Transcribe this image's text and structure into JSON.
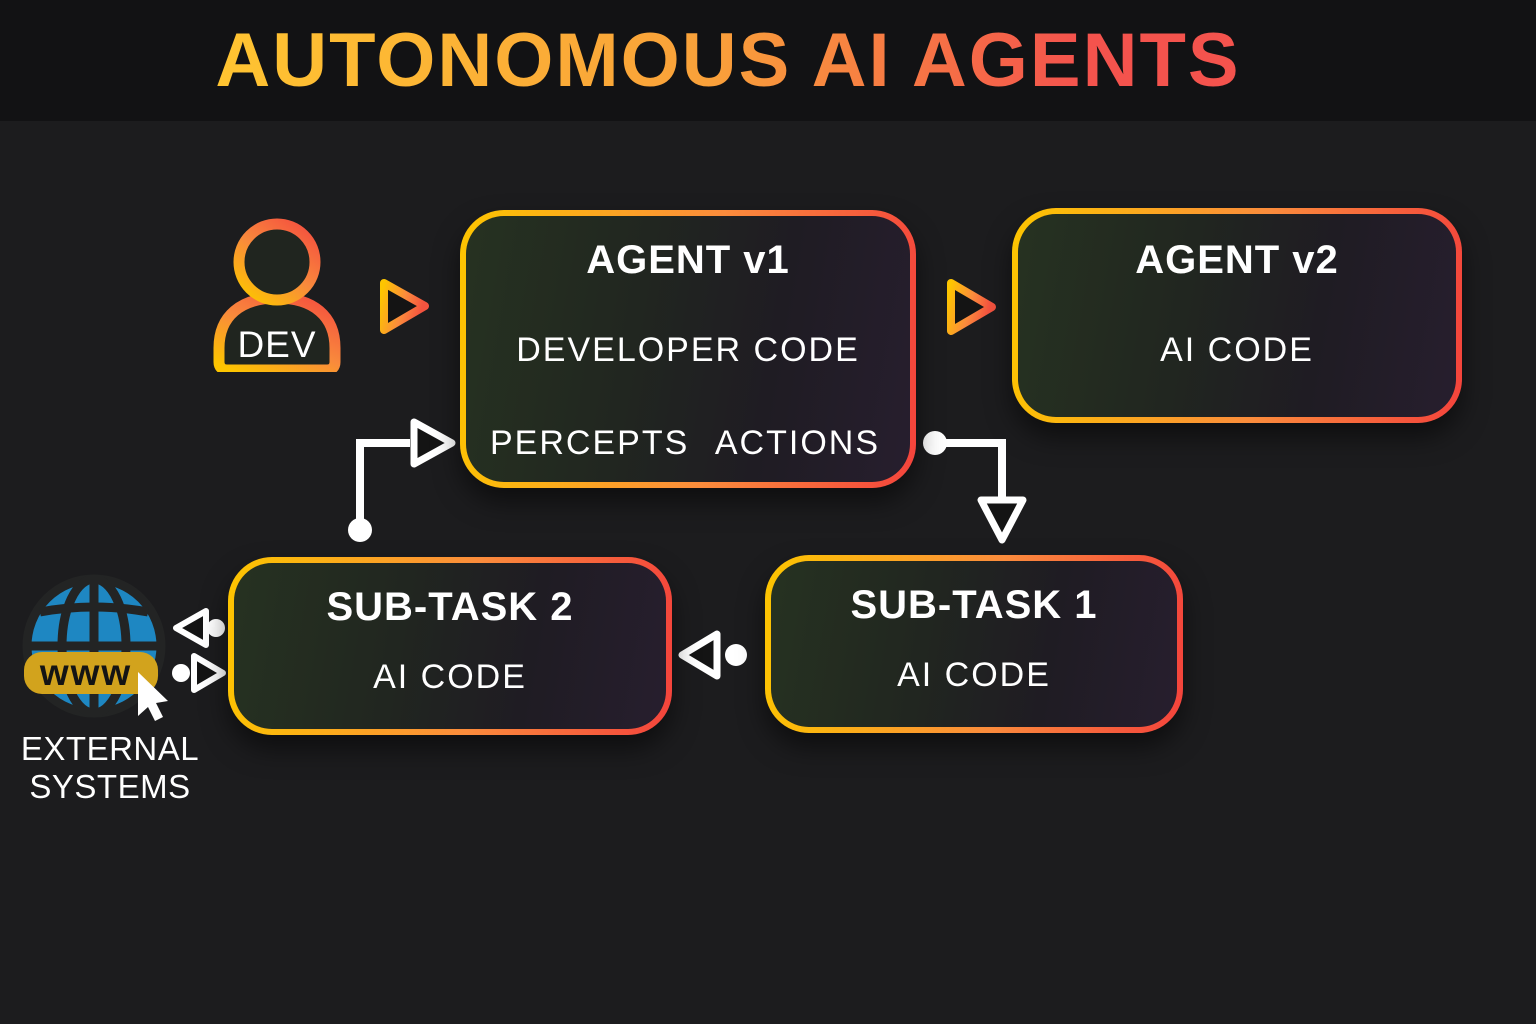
{
  "header": {
    "title": "AUTONOMOUS AI AGENTS"
  },
  "diagram": {
    "dev": {
      "label": "DEV"
    },
    "agent_v1": {
      "title": "AGENT v1",
      "subtitle": "DEVELOPER CODE",
      "left_port": "PERCEPTS",
      "right_port": "ACTIONS"
    },
    "agent_v2": {
      "title": "AGENT v2",
      "subtitle": "AI CODE"
    },
    "sub_task_1": {
      "title": "SUB-TASK 1",
      "subtitle": "AI CODE"
    },
    "sub_task_2": {
      "title": "SUB-TASK 2",
      "subtitle": "AI CODE"
    },
    "external": {
      "badge": "www",
      "label_line1": "EXTERNAL",
      "label_line2": "SYSTEMS"
    }
  },
  "colors": {
    "accent_yellow": "#fdc500",
    "accent_orange": "#fb8c3c",
    "accent_red": "#f4433c",
    "globe_blue": "#1e87c2",
    "badge_gold": "#d2a31d",
    "background": "#1c1c1e",
    "banner": "#121214"
  }
}
